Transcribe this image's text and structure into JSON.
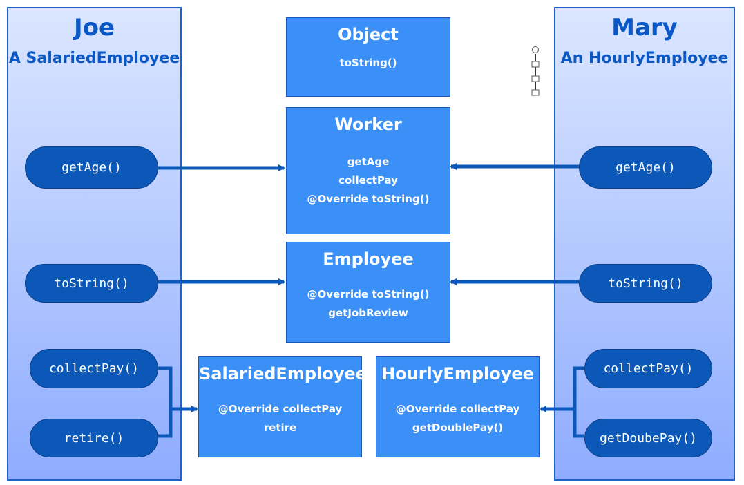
{
  "joe": {
    "name": "Joe",
    "type": "A SalariedEmployee",
    "methods": [
      "getAge()",
      "toString()",
      "collectPay()",
      "retire()"
    ]
  },
  "mary": {
    "name": "Mary",
    "type": "An HourlyEmployee",
    "methods": [
      "getAge()",
      "toString()",
      "collectPay()",
      "getDoubePay()"
    ]
  },
  "classes": {
    "object": {
      "name": "Object",
      "methods": [
        "toString()"
      ]
    },
    "worker": {
      "name": "Worker",
      "methods": [
        "getAge",
        "collectPay",
        "@Override toString()"
      ]
    },
    "employee": {
      "name": "Employee",
      "methods": [
        "@Override toString()",
        "getJobReview"
      ]
    },
    "salaried": {
      "name": "SalariedEmployee",
      "methods": [
        "@Override collectPay",
        "retire"
      ]
    },
    "hourly": {
      "name": "HourlyEmployee",
      "methods": [
        "@Override collectPay",
        "getDoublePay()"
      ]
    }
  },
  "colors": {
    "class_fill": "#3a90f7",
    "pill_fill": "#0c58b8",
    "arrow": "#0c58b8",
    "title": "#0a58c6"
  }
}
